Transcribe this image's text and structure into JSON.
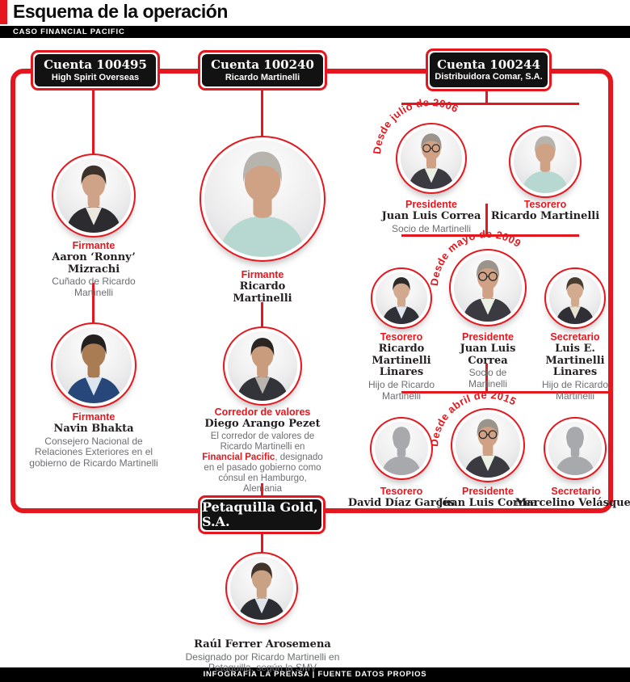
{
  "header": {
    "title": "Esquema de la operación",
    "kicker": "CASO FINANCIAL PACIFIC"
  },
  "footer": {
    "credit": "INFOGRAFÍA LA PRENSA | FUENTE DATOS PROPIOS"
  },
  "colors": {
    "accent_red": "#e5171e",
    "box_black": "#121212",
    "name_text": "#231f20",
    "muted_text": "#6d6e71",
    "silhouette_gray": "#a7a9ac"
  },
  "accounts": [
    {
      "title": "Cuenta 100495",
      "subtitle": "High Spirit Overseas"
    },
    {
      "title": "Cuenta 100240",
      "subtitle": "Ricardo Martinelli"
    },
    {
      "title": "Cuenta 100244",
      "subtitle": "Distribuidora Comar, S.A."
    }
  ],
  "petaquilla": {
    "title": "Petaquilla Gold, S.A."
  },
  "principals": {
    "mizrachi": {
      "role": "Firmante",
      "name": "Aaron ‘Ronny’ Mizrachi",
      "desc": "Cuñado de Ricardo Martinelli",
      "avatar": "photo"
    },
    "bhakta": {
      "role": "Firmante",
      "name": "Navin Bhakta",
      "desc": "Consejero Nacional de Relaciones Exteriores en el gobierno de Ricardo Martinelli",
      "avatar": "photo"
    },
    "martinelli": {
      "role": "Firmante",
      "name": "Ricardo Martinelli",
      "avatar": "photo"
    },
    "arango": {
      "role": "Corredor de valores",
      "name": "Diego Arango Pezet",
      "desc_pre": "El corredor de valores de Ricardo Martinelli en ",
      "desc_highlight": "Financial Pacific",
      "desc_post": ", designado en el pasado gobierno como cónsul en Hamburgo, Alemania",
      "avatar": "photo"
    },
    "ferrer": {
      "name": "Raúl Ferrer Arosemena",
      "desc": "Designado por Ricardo Martinelli en Petaquilla, según la SMV",
      "avatar": "photo"
    }
  },
  "board_periods": [
    {
      "period": "Desde julio de 2006",
      "members": [
        {
          "role": "Presidente",
          "name": "Juan Luis Correa",
          "desc": "Socio de Martinelli",
          "avatar": "photo"
        },
        {
          "role": "Tesorero",
          "name": "Ricardo Martinelli",
          "avatar": "photo"
        }
      ]
    },
    {
      "period": "Desde mayo de 2009",
      "members": [
        {
          "role": "Tesorero",
          "name": "Ricardo Martinelli Linares",
          "desc": "Hijo de Ricardo Martinelli",
          "avatar": "photo"
        },
        {
          "role": "Presidente",
          "name": "Juan Luis Correa",
          "desc": "Socio de Martinelli",
          "avatar": "photo"
        },
        {
          "role": "Secretario",
          "name": "Luis E. Martinelli Linares",
          "desc": "Hijo de Ricardo Martinelli",
          "avatar": "photo"
        }
      ]
    },
    {
      "period": "Desde abril de 2015",
      "members": [
        {
          "role": "Tesorero",
          "name": "David Díaz Garcés",
          "avatar": "silhouette"
        },
        {
          "role": "Presidente",
          "name": "Juan Luis Correa",
          "avatar": "photo"
        },
        {
          "role": "Secretario",
          "name": "Marcelino Velásquez",
          "avatar": "silhouette"
        }
      ]
    }
  ]
}
